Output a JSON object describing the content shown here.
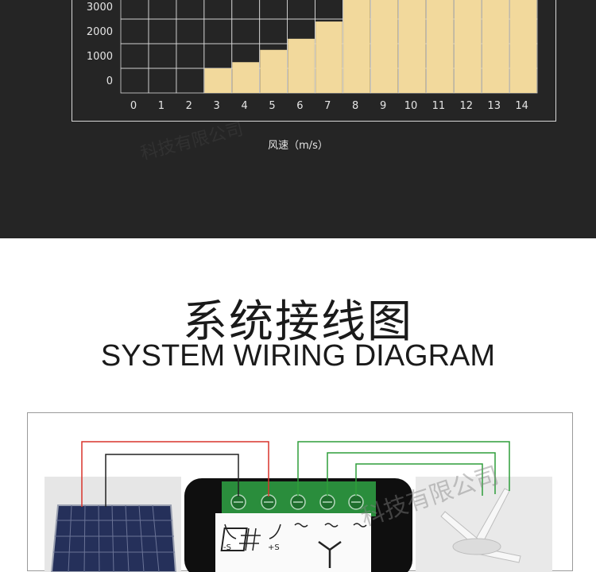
{
  "chart_data": {
    "type": "bar",
    "x": [
      0,
      1,
      2,
      3,
      4,
      5,
      6,
      7,
      8,
      9,
      10,
      11,
      12,
      13,
      14
    ],
    "values": [
      0,
      0,
      0,
      1000,
      1250,
      1750,
      2200,
      2900,
      3800,
      3800,
      3800,
      3800,
      3800,
      3800,
      3800
    ],
    "ytick_labels": [
      "3000",
      "2000",
      "1000",
      "0"
    ],
    "xtick_labels": [
      "0",
      "1",
      "2",
      "3",
      "4",
      "5",
      "6",
      "7",
      "8",
      "9",
      "10",
      "11",
      "12",
      "13",
      "14"
    ],
    "xlabel": "风速（m/s）",
    "grid": true,
    "colors": {
      "bar": "#f2d99c",
      "background": "#252525",
      "grid": "#d8d8d8",
      "text": "#e5e5e5"
    }
  },
  "section": {
    "title_cn": "系统接线图",
    "title_en": "SYSTEM WIRING DIAGRAM"
  },
  "diagram": {
    "terminal_minus": "-S",
    "terminal_plus": "+S",
    "wire_colors": {
      "red": "#d9342b",
      "black": "#222222",
      "green": "#2e9e3a"
    }
  },
  "watermark": "科技有限公司"
}
